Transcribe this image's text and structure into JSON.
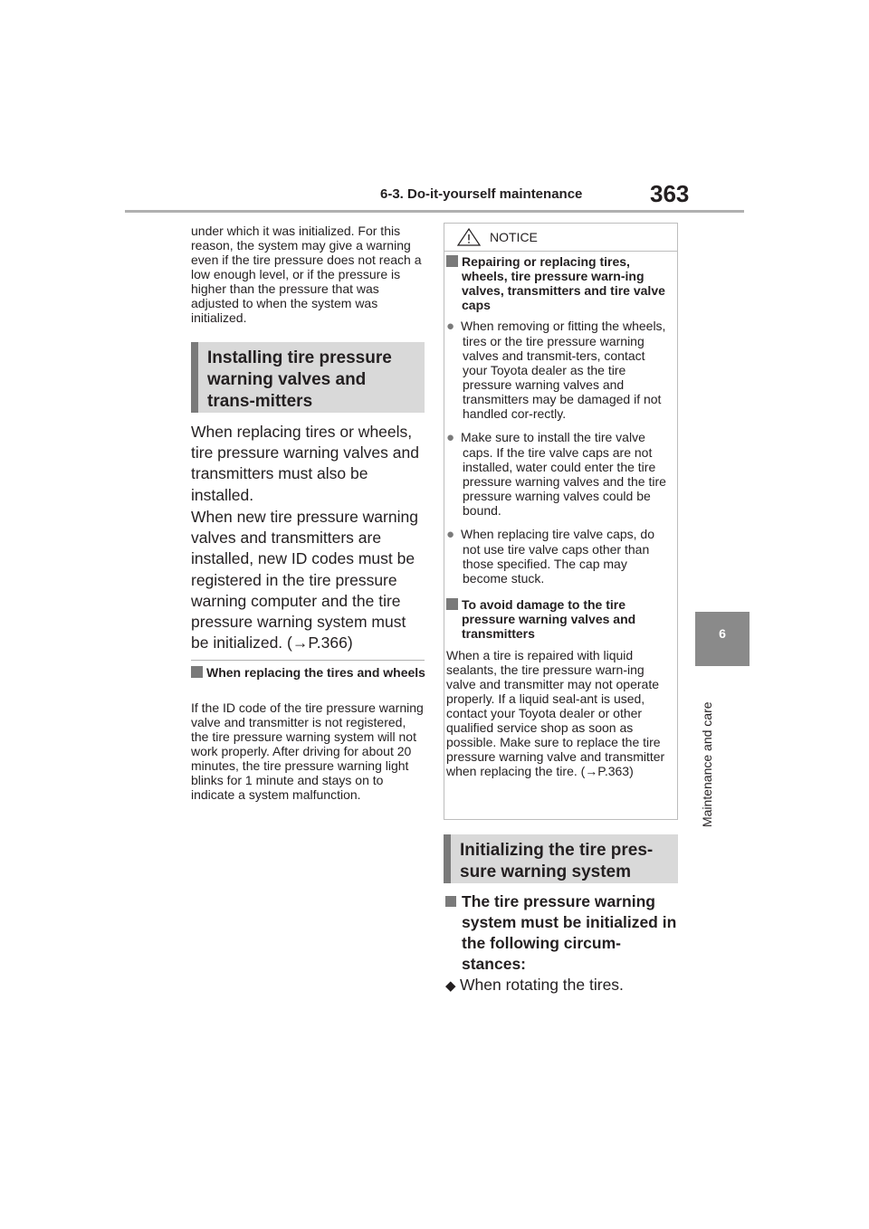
{
  "header": {
    "section_title": "6-3. Do-it-yourself maintenance",
    "page_number": "363"
  },
  "side_tab": {
    "number": "6",
    "label": "Maintenance and care"
  },
  "left_column": {
    "intro_text": "under which it was initialized. For this reason, the system may give a warning even if the tire pressure does not reach a low enough level, or if the pressure is higher than the pressure that was adjusted to when the system was initialized.",
    "install_heading": "Installing tire pressure warning valves and trans-mitters",
    "para_replacing": "When replacing tires or wheels, tire pressure warning valves and transmitters must also be installed.",
    "para_new_valves": "When new tire pressure warning valves and transmitters are installed, new ID codes must be registered in the tire pressure warning computer and the tire pressure warning system must be initialized. (→P.366)",
    "note_heading": "When replacing the tires and wheels",
    "note_text": "If the ID code of the tire pressure warning valve and transmitter is not registered, the tire pressure warning system will not work properly. After driving for about 20 minutes, the tire pressure warning light blinks for 1 minute and stays on to indicate a system malfunction."
  },
  "notice": {
    "label": "NOTICE",
    "heading_1": "Repairing or replacing tires, wheels, tire pressure warn-ing valves, transmitters and tire valve caps",
    "items": [
      "When removing or fitting the wheels, tires or the tire pressure warning valves and transmit-ters, contact your Toyota dealer as the tire pressure warning valves and transmitters may be damaged if not handled cor-rectly.",
      "Make sure to install the tire valve caps. If the tire valve caps are not installed, water could enter the tire pressure warning valves and the tire pressure warning valves could be bound.",
      "When replacing tire valve caps, do not use tire valve caps other than those specified. The cap may become stuck."
    ],
    "heading_2": "To avoid damage to the tire pressure warning valves and transmitters",
    "text_2": "When a tire is repaired with liquid sealants, the tire pressure warn-ing valve and transmitter may not operate properly. If a liquid seal-ant is used, contact your Toyota dealer or other qualified service shop as soon as possible. Make sure to replace the tire pressure warning valve and transmitter when replacing the tire. (→P.363)"
  },
  "right_column": {
    "init_heading": "Initializing the tire pres-sure warning system",
    "sub_heading": "The tire pressure warning system must be initialized in the following circum-stances:",
    "item_1": "When rotating the tires."
  },
  "icons": {
    "warning": "warning-triangle-icon",
    "square_bullet": "square-bullet-icon",
    "circle_bullet": "circle-bullet-icon",
    "diamond_bullet": "diamond-bullet-icon"
  }
}
